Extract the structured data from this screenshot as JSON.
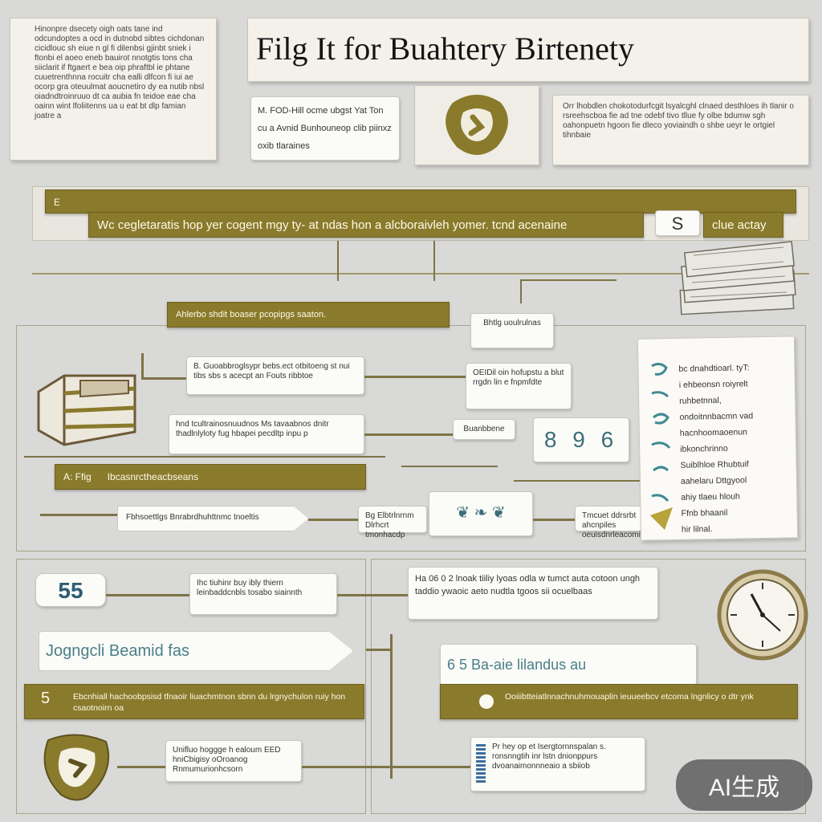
{
  "header": {
    "title": "Filg It for Buahtery Birtenety",
    "note_left": "Hinonpre dsecety oigh oats tane ind odcundoptes a ocd in dutnobd sibtes cichdonan cicidlouc sh eiue n gl fi dilenbsi gjinbt sniek i ftonbi el aoeo eneb bauirot nnotgtis tons cha siiclarit if ftgaert e bea oip phraftbl ie phtane cuuetrenthnna rocuitr cha ealli dlfcon fi iui ae ocorp gra oteuulmat aoucnetiro dy ea nutib nbsl oiadndtroinruuo dt ca aubia fn teidoe eae cha oainn wint lfoliitenns ua u eat bt dlp famian joatre a",
    "callout_left": "M. FOD-Hill ocme ubgst Yat Ton cu a Avnid Bunhouneop clib piinxz oxib tlaraines",
    "note_right": "Orr lhobdlen chokotodurfcgit lsyalcghl clnaed desthloes ih tlanir o rsreehscboa fie ad tne odebf tivo tllue fy olbe bdumw sgh oahonpuetn hgoon fie dleco yoviaindh o shbe ueyr le ortgiel tihnbaie"
  },
  "banner": {
    "small_label": "E",
    "text": "Wc cegletaratis hop yer cogent mgy ty- at ndas hon a alcboraivleh yomer.   tcnd acenaine",
    "badge": "S",
    "end_text": "clue actay"
  },
  "flow": {
    "bar_1": "Ahlerbo shdit boaser pcopipgs saaton.",
    "tag_1": "Bhtlg uoulrulnas",
    "card_left_1": "B. Guoabbroglsypr bebs.ect otbitoeng st nui tibs sbs s acecpt an Fouts ribbtoe",
    "card_oeidl": "OEIDil oin hofupstu a blut rrgdn lin e fnpmfdte",
    "card_left_2": "hnd tcultrainosnuudnos Ms tavaabnos dnitr thadlnlyloty fug hbapei pecdltp inpu p",
    "tag_2": "Buanbbene",
    "glyphs_1": "8 9 6",
    "bar_2_label": "A: Ffig",
    "bar_2_text": "Ibcasnrctheacbseans",
    "tab_long": "Fbhsoettlgs Bnrabrdhuhttnmc tnoeltis",
    "tab_mid": "Bg Elbtrlnrnm Dlrhcrt tmonhacdp",
    "tag_3": "Tmcuet ddrsrbt ahcnpiles oeuisdnrleacomisit"
  },
  "right_doc": {
    "lines": [
      "bc dnahdtioarl. tyT:",
      "i ehbeonsn roiyrelt",
      "ruhbetnnal,",
      "ondoitnnbacmn vad",
      "hacnhoomaoenun",
      "ibkonchrinno",
      "Suiblhloe Rhubtuif",
      "aahelaru Dttgyool",
      "ahiy tlaeu hlouh",
      "Ffnb bhaanil",
      "hir lilnal."
    ]
  },
  "lower": {
    "badge_55": "55",
    "card_55": "Ihc tiuhinr buy ibly thiern leinbaddcnbls tosabo siainnth",
    "card_right_top": "Ha 06 0 2 lnoak tiiliy lyoas odla w tumct auta cotoon ungh taddio ywaoic aeto nudtla tgoos  sii ocuelbaas",
    "tab_bearid": "Jogngcli Beamid fas",
    "card_right_mid": "6 5 Ba-aie lilandus au",
    "bar_3_num": "5",
    "bar_3_text": "Ebcnhiall hachoobpsisd tfnaoir liuachmtnon sbnn du lrgnychulon ruiy hon csaotnoirn oa",
    "bar_4_text": "Ooiiibtteiatlnnachnuhmouaplin ieuueebcv etcoma lngnlicy o dtr ynk",
    "card_bottom_left": "Unifluo hoggge h ealoum EED hniCbigisy oOroanog Rnmumurionhcsorn",
    "card_bottom_right": "Pr hey op et Isergtornnspalan s. ronsnngtih inr lstn dnionppurs dvoanaimonnneaio a sbiiob"
  },
  "watermark": "AI生成",
  "colors": {
    "olive": "#8a7a2c",
    "paper": "#f3f1ea",
    "background": "#d9d9d7"
  }
}
